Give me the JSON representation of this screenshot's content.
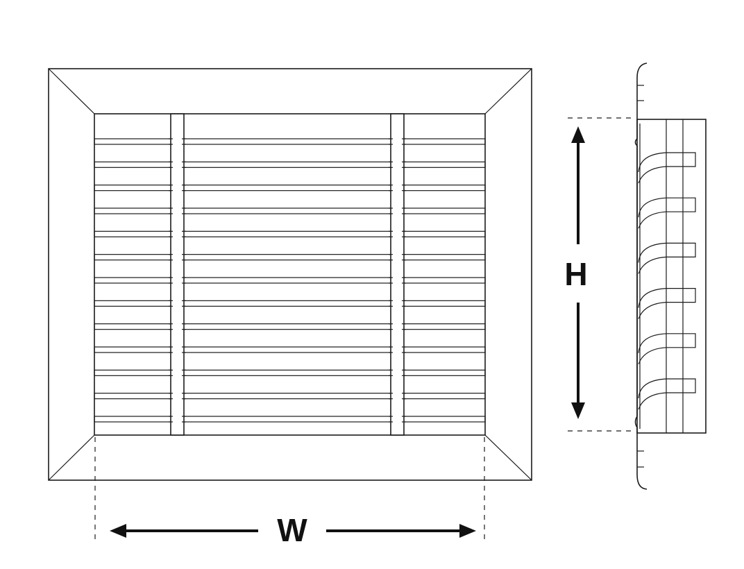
{
  "labels": {
    "width": "W",
    "height": "H"
  },
  "grille": {
    "blade_count": 13,
    "vertical_dividers": 2
  },
  "side_view": {
    "blade_count": 6
  },
  "colors": {
    "line": "#1a1a1a",
    "background": "#ffffff"
  }
}
